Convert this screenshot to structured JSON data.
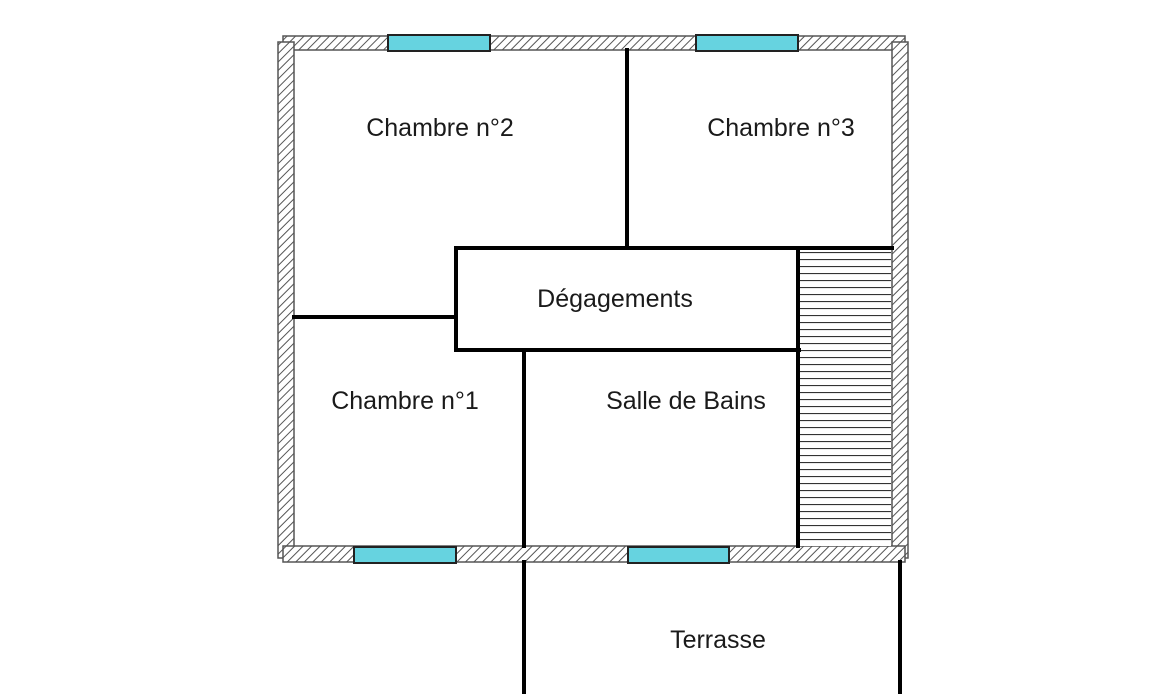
{
  "floor_plan": {
    "rooms": [
      {
        "id": "chambre-2",
        "label": "Chambre n°2"
      },
      {
        "id": "chambre-3",
        "label": "Chambre n°3"
      },
      {
        "id": "degagements",
        "label": "Dégagements"
      },
      {
        "id": "chambre-1",
        "label": "Chambre n°1"
      },
      {
        "id": "salle-de-bains",
        "label": "Salle de Bains"
      },
      {
        "id": "terrasse",
        "label": "Terrasse"
      }
    ],
    "colors": {
      "wall_fill": "#ffffff",
      "wall_hatch": "#555555",
      "window": "#66d3e0",
      "partition": "#000000",
      "stair_lines": "#333333"
    }
  }
}
